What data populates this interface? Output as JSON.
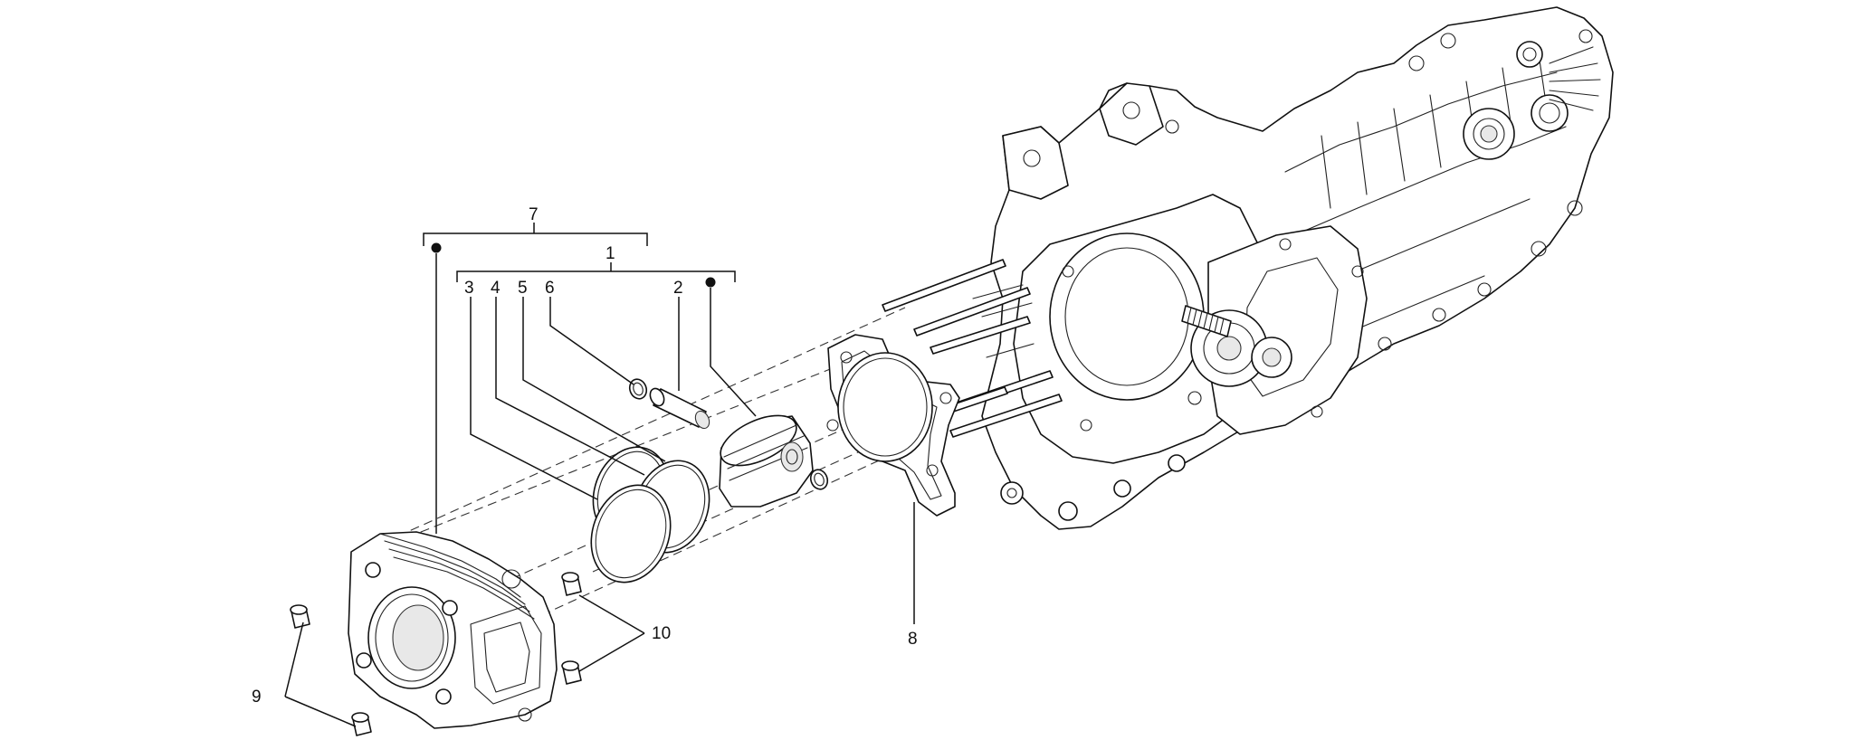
{
  "callouts": [
    {
      "id": "7",
      "label": "7"
    },
    {
      "id": "1",
      "label": "1"
    },
    {
      "id": "3",
      "label": "3"
    },
    {
      "id": "4",
      "label": "4"
    },
    {
      "id": "5",
      "label": "5"
    },
    {
      "id": "6",
      "label": "6"
    },
    {
      "id": "2",
      "label": "2"
    },
    {
      "id": "8",
      "label": "8"
    },
    {
      "id": "9",
      "label": "9"
    },
    {
      "id": "10",
      "label": "10"
    }
  ]
}
